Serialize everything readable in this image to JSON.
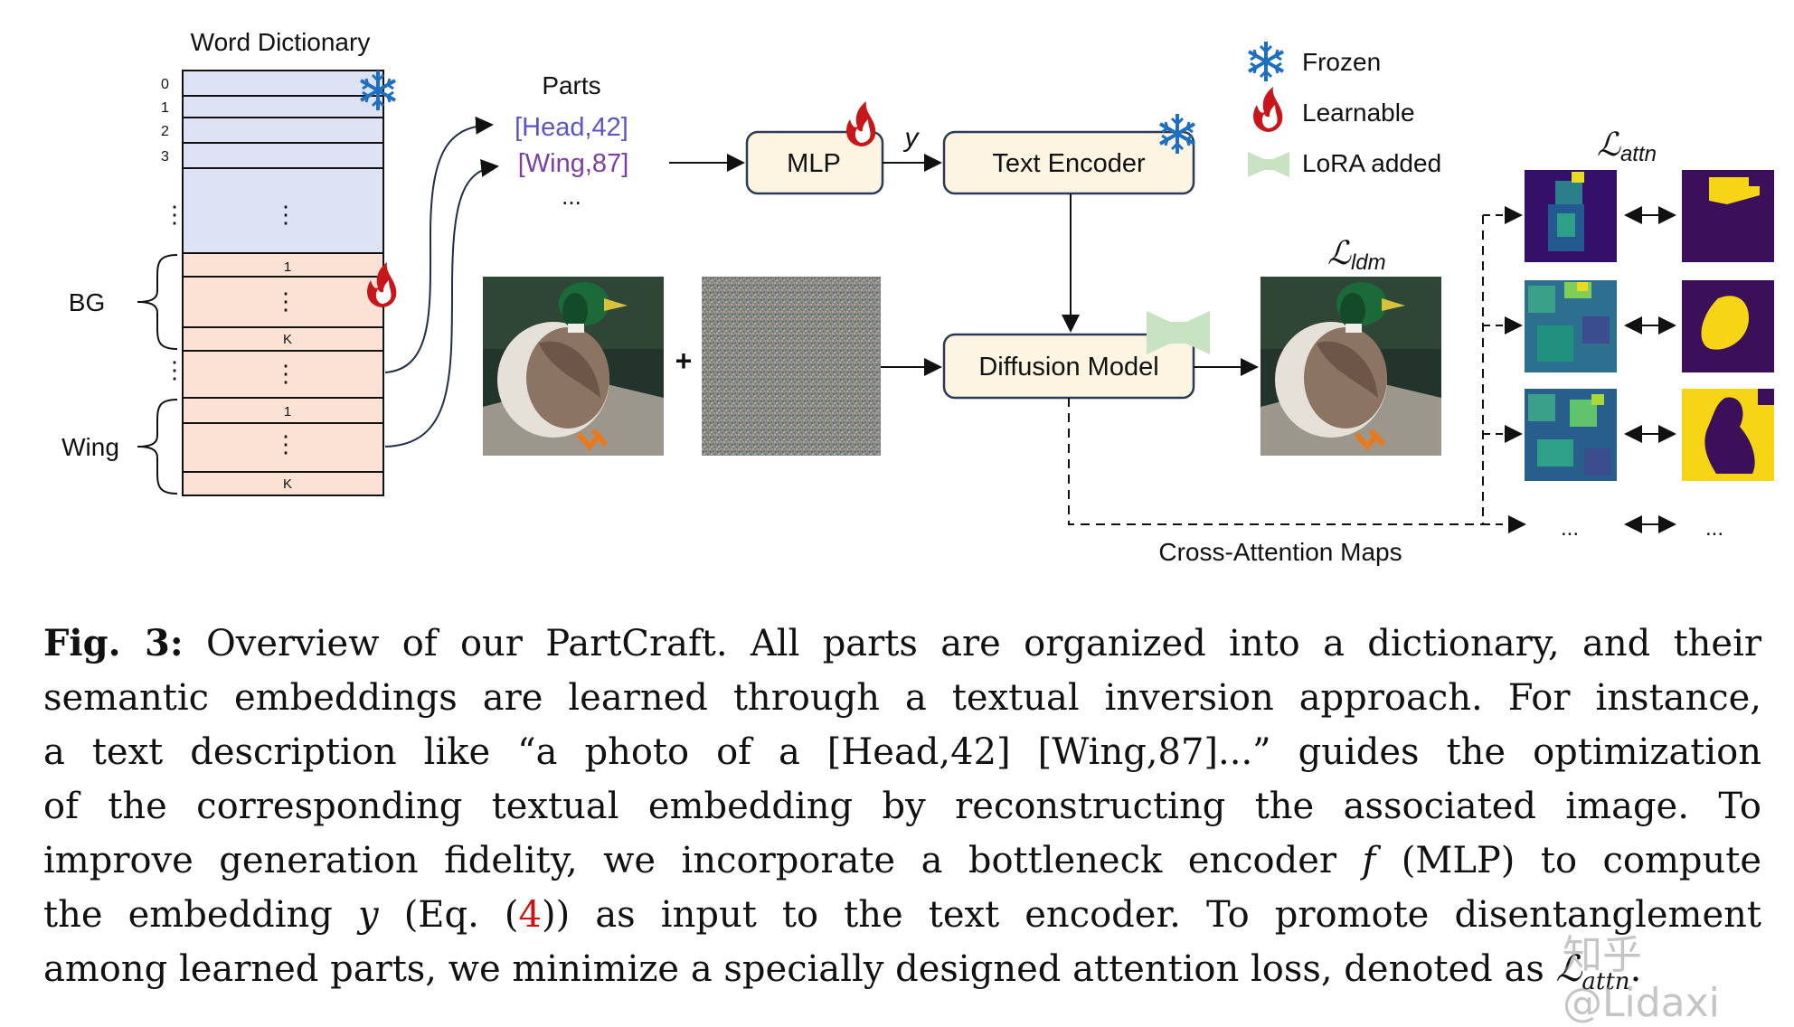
{
  "figure": {
    "dictionary_title": "Word Dictionary",
    "row_indices": [
      "0",
      "1",
      "2",
      "3"
    ],
    "vdots": "⋮",
    "bg_label": "BG",
    "wing_label": "Wing",
    "k_labels": [
      "1",
      "K"
    ],
    "parts_title": "Parts",
    "parts": [
      "[Head,42]",
      "[Wing,87]"
    ],
    "parts_ellipsis": "...",
    "mlp_label": "MLP",
    "y_label": "y",
    "text_encoder_label": "Text Encoder",
    "diffusion_label": "Diffusion Model",
    "plus": "+",
    "loss_ldm": "ℒ",
    "loss_ldm_sub": "ldm",
    "loss_attn": "ℒ",
    "loss_attn_sub": "attn",
    "cross_attention_label": "Cross-Attention Maps",
    "map_ellipsis": "...",
    "legend": [
      "Frozen",
      "Learnable",
      "LoRA added"
    ]
  },
  "caption": {
    "fig_label": "Fig. 3:",
    "line1": "Overview of our PartCraft. All parts are organized into a dictionary, and their",
    "line2": "semantic embeddings are learned through a textual inversion approach. For instance,",
    "line3": "a text description like “a photo of a [Head,42] [Wing,87]...” guides the optimization",
    "line4": "of the corresponding textual embedding by reconstructing the associated image. To",
    "line5a": "improve generation fidelity, we incorporate a bottleneck encoder",
    "line5f": "f",
    "line5b": "(MLP) to compute",
    "line6a": "the embedding",
    "line6y": "y",
    "line6b": "(Eq. (",
    "line6ref": "4",
    "line6c": ")) as input to the text encoder. To promote disentanglement",
    "line7a": "among learned parts, we minimize a specially designed attention loss, denoted as",
    "line7L": "ℒ",
    "line7sub": "attn",
    "line7end": "."
  },
  "watermark": "知乎 @Lidaxi",
  "colors": {
    "dict_blue": "#dde3f5",
    "dict_peach": "#fbe2d4",
    "box_fill": "#fdf5e2",
    "box_stroke": "#2b3a55",
    "head_color": "#5b55c8",
    "wing_color": "#7c3fa8",
    "snow": "#1e6fbf",
    "flame": "#c8171b",
    "lora": "#c7e3c1",
    "map_dark": "#3b0f5a",
    "map_yellow": "#f5d515",
    "ref_red": "#d01010"
  }
}
